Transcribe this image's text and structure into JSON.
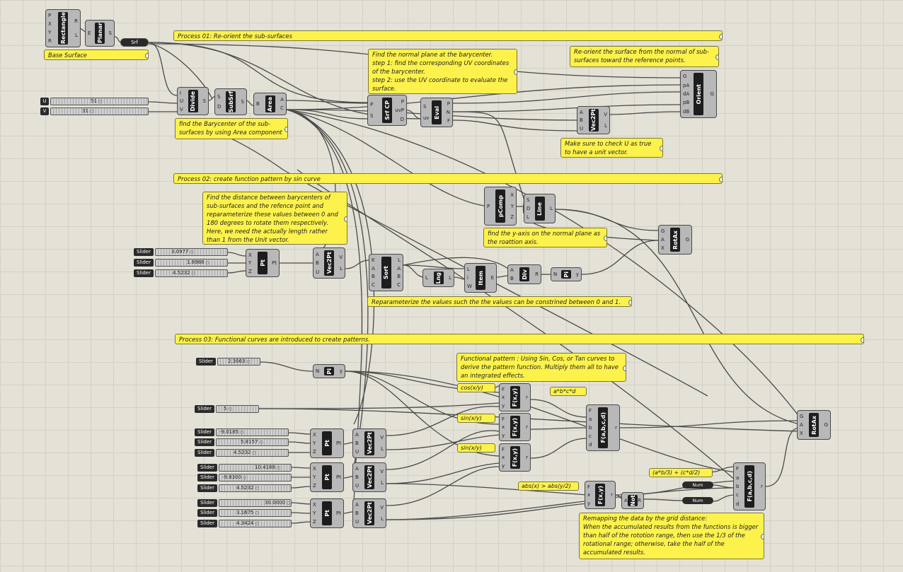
{
  "notes": {
    "base_surface": "Base Surface",
    "process01": "Process 01: Re-orient the sub-surfaces",
    "normal_plane": "Find the normal plane at the barycenter.\nstep 1: find the corresponding UV coordinates\nof the barycenter.\nstep 2: use the UV coordinate to evaluate the\nsurface.",
    "reorient": "Re-orient the surface from the normal of sub-\nsurfaces toward the reference points.",
    "barycenter": "find the Barycenter of the sub-\nsurfaces by using Area component",
    "unit_vector": "Make sure to check U as true\nto have a unit vector.",
    "process02": "Process 02: create function pattern by sin curve",
    "distance": "Find the distance between barycenters of\nsub-surfaces and the refence point and\nreparameterize these values between 0 and\n180 degrees to rotate them respectively.\nHere, we need the actually length rather\nthan 1 from the Unit vector.",
    "yaxis": "find the y-axis on the normal plane as\nthe roattion axis.",
    "reparam": "Reparameterize the values such the the values can be constrined between 0 and 1.",
    "process03": "Process 03: Functional curves are introduced to create patterns.",
    "functional": "Functional pattern : Using Sin, Cos, or Tan curves to\nderive the pattern function. Multiply them all to have\nan integrated effects.",
    "remap": "Remapping the data by the grid distance:\nWhen the accumulated results from the functions is bigger\nthan half of the rototion range, then use the 1/3 of the\nrotational range; otherwise, take the half of the\naccumulated results."
  },
  "expressions": {
    "cos": "cos(x/y)",
    "sin1": "sin(x/y)",
    "sin2": "sin(x/y)",
    "product": "a*b*c*d",
    "blend": "(a*b/3) + (c*d/2)",
    "compare": "abs(x) > abs(y/2)",
    "num1": "Num",
    "num2": "Num"
  },
  "components": {
    "rectangle": {
      "name": "Rectangle",
      "inputs": [
        "P",
        "X",
        "Y",
        "R"
      ],
      "outputs": [
        "R",
        "L"
      ]
    },
    "planar": {
      "name": "Planar",
      "inputs": [
        "E"
      ],
      "outputs": [
        "S"
      ]
    },
    "srf": {
      "name": "Srf"
    },
    "divide": {
      "name": "Divide",
      "inputs": [
        "I",
        "U",
        "V"
      ],
      "outputs": [
        "S"
      ]
    },
    "subsrf": {
      "name": "SubSrf",
      "inputs": [
        "S",
        "D"
      ],
      "outputs": [
        "S"
      ]
    },
    "area": {
      "name": "Area",
      "inputs": [
        "B"
      ],
      "outputs": [
        "A",
        "C"
      ]
    },
    "srfcp": {
      "name": "Srf CP",
      "inputs": [
        "P",
        "S"
      ],
      "outputs": [
        "P",
        "uvP",
        "D"
      ]
    },
    "eval": {
      "name": "Eval",
      "inputs": [
        "S",
        "uv"
      ],
      "outputs": [
        "P",
        "N",
        "F"
      ]
    },
    "vec2pt_top": {
      "name": "Vec2Pt",
      "inputs": [
        "A",
        "B",
        "U"
      ],
      "outputs": [
        "V",
        "L"
      ]
    },
    "orient": {
      "name": "Orient",
      "inputs": [
        "G",
        "pA",
        "dA",
        "pB",
        "dB"
      ],
      "outputs": [
        "G"
      ]
    },
    "pcomp": {
      "name": "pComp",
      "inputs": [
        "P"
      ],
      "outputs": [
        "X",
        "Y",
        "Z"
      ]
    },
    "line": {
      "name": "Line",
      "inputs": [
        "S",
        "D",
        "L"
      ],
      "outputs": [
        "L"
      ]
    },
    "rotax1": {
      "name": "RotAx",
      "inputs": [
        "G",
        "A",
        "X"
      ],
      "outputs": [
        "G"
      ]
    },
    "pt1": {
      "name": "Pt",
      "inputs": [
        "X",
        "Y",
        "Z"
      ],
      "outputs": [
        "Pt"
      ]
    },
    "vec2pt_mid": {
      "name": "Vec2Pt",
      "inputs": [
        "A",
        "B",
        "U"
      ],
      "outputs": [
        "V",
        "L"
      ]
    },
    "sort": {
      "name": "Sort",
      "inputs": [
        "K",
        "A",
        "B",
        "C"
      ],
      "outputs": [
        "L",
        "A",
        "B",
        "C"
      ]
    },
    "lng": {
      "name": "Lng",
      "inputs": [
        "L"
      ],
      "outputs": [
        "L"
      ]
    },
    "item": {
      "name": "Item",
      "inputs": [
        "L",
        "i",
        "W"
      ],
      "outputs": [
        "E"
      ]
    },
    "div": {
      "name": "Div",
      "inputs": [
        "A",
        "B"
      ],
      "outputs": [
        "R"
      ]
    },
    "pi1": {
      "name": "Pi",
      "inputs": [
        "N"
      ],
      "outputs": [
        "y"
      ]
    },
    "pi2": {
      "name": "Pi",
      "inputs": [
        "N"
      ],
      "outputs": [
        "y"
      ]
    },
    "fxy1": {
      "name": "F(x,y)",
      "inputs": [
        "F",
        "x",
        "y"
      ],
      "outputs": [
        "r"
      ]
    },
    "fxy2": {
      "name": "F(x,y)",
      "inputs": [
        "F",
        "x",
        "y"
      ],
      "outputs": [
        "r"
      ]
    },
    "fxy3": {
      "name": "F(x,y)",
      "inputs": [
        "F",
        "x",
        "y"
      ],
      "outputs": [
        "r"
      ]
    },
    "fabcd1": {
      "name": "F(a,b,c,d)",
      "inputs": [
        "F",
        "a",
        "b",
        "c",
        "d"
      ],
      "outputs": [
        "r"
      ]
    },
    "rotax2": {
      "name": "RotAx",
      "inputs": [
        "G",
        "A",
        "X"
      ],
      "outputs": [
        "G"
      ]
    },
    "pt_a": {
      "name": "Pt",
      "inputs": [
        "X",
        "Y",
        "Z"
      ],
      "outputs": [
        "Pt"
      ]
    },
    "v2p_a": {
      "name": "Vec2Pt",
      "inputs": [
        "A",
        "B",
        "U"
      ],
      "outputs": [
        "V",
        "L"
      ]
    },
    "pt_b": {
      "name": "Pt",
      "inputs": [
        "X",
        "Y",
        "Z"
      ],
      "outputs": [
        "Pt"
      ]
    },
    "v2p_b": {
      "name": "Vec2Pt",
      "inputs": [
        "A",
        "B",
        "U"
      ],
      "outputs": [
        "V",
        "L"
      ]
    },
    "pt_c": {
      "name": "Pt",
      "inputs": [
        "X",
        "Y",
        "Z"
      ],
      "outputs": [
        "Pt"
      ]
    },
    "v2p_c": {
      "name": "Vec2Pt",
      "inputs": [
        "A",
        "B",
        "U"
      ],
      "outputs": [
        "V",
        "L"
      ]
    },
    "fxy4": {
      "name": "F(x,y)",
      "inputs": [
        "F",
        "x",
        "y"
      ],
      "outputs": [
        "r"
      ]
    },
    "not": {
      "name": "Not",
      "inputs": [
        "A"
      ],
      "outputs": [
        "R"
      ]
    },
    "fabcd2": {
      "name": "F(a,b,c,d)",
      "inputs": [
        "F",
        "a",
        "b",
        "c",
        "d"
      ],
      "outputs": [
        "r"
      ]
    }
  },
  "sliders": {
    "u": {
      "label": "U",
      "value": "51"
    },
    "v": {
      "label": "V",
      "value": "31"
    },
    "ref_x": {
      "label": "Slider",
      "value": "3.0977"
    },
    "ref_y": {
      "label": "Slider",
      "value": "1.8988"
    },
    "ref_z": {
      "label": "Slider",
      "value": "4.5232"
    },
    "pi_n": {
      "label": "Slider",
      "value": "2.3063"
    },
    "five": {
      "label": "Slider",
      "value": "5"
    },
    "a_x": {
      "label": "Slider",
      "value": "-9.0185"
    },
    "a_y": {
      "label": "Slider",
      "value": "5.8157"
    },
    "a_z": {
      "label": "Slider",
      "value": "4.5232"
    },
    "b_x": {
      "label": "Slider",
      "value": "10.4188"
    },
    "b_y": {
      "label": "Slider",
      "value": "-9.8300"
    },
    "b_z": {
      "label": "Slider",
      "value": "4.5232"
    },
    "c_x": {
      "label": "Slider",
      "value": "30.0000"
    },
    "c_y": {
      "label": "Slider",
      "value": "3.1675"
    },
    "c_z": {
      "label": "Slider",
      "value": "4.3424"
    }
  }
}
